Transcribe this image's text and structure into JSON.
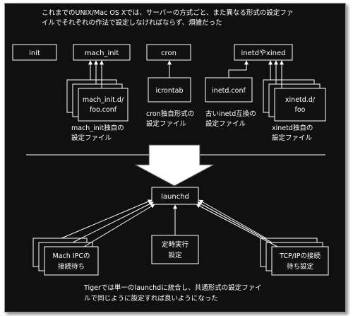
{
  "header": {
    "line1": "これまでのUNIX/Mac OS Xでは、サーバーの方式ごと、また異なる形式の設定ファ",
    "line2": "イルでそれぞれの作法で設定しなければならず、煩雑だった"
  },
  "top_boxes": {
    "init": "init",
    "mach_init": "mach_init",
    "cron": "cron",
    "inetd": "inetdやxined"
  },
  "config_boxes": {
    "mach_conf_line1": "mach_init.d/",
    "mach_conf_line2": "foo.conf",
    "icrontab": "icrontab",
    "inetd_conf": "inetd.conf",
    "xinetd_line1": "xinetd.d/",
    "xinetd_line2": "foo"
  },
  "captions": {
    "mach_line1": "mach_init独自の",
    "mach_line2": "設定ファイル",
    "cron_line1": "cron独自形式の",
    "cron_line2": "設定ファイル",
    "inetd_line1": "古いinetd互換の",
    "inetd_line2": "設定ファイル",
    "xinetd_line1": "xinetd独自の",
    "xinetd_line2": "設定ファイル"
  },
  "center": {
    "launchd": "launchd"
  },
  "bottom_boxes": {
    "mach_ipc_line1": "Mach IPCの",
    "mach_ipc_line2": "接続待ち",
    "scheduled_line1": "定時実行",
    "scheduled_line2": "設定",
    "tcpip_line1": "TCP/IPの接続",
    "tcpip_line2": "待ち設定"
  },
  "footer": {
    "line1": "Tigerでは単一のlaunchdに統合し、共通形式の設定ファイ",
    "line2": "ルで同じように設定すれば良いようになった"
  },
  "colors": {
    "background": "#101010",
    "foreground": "#ffffff"
  }
}
